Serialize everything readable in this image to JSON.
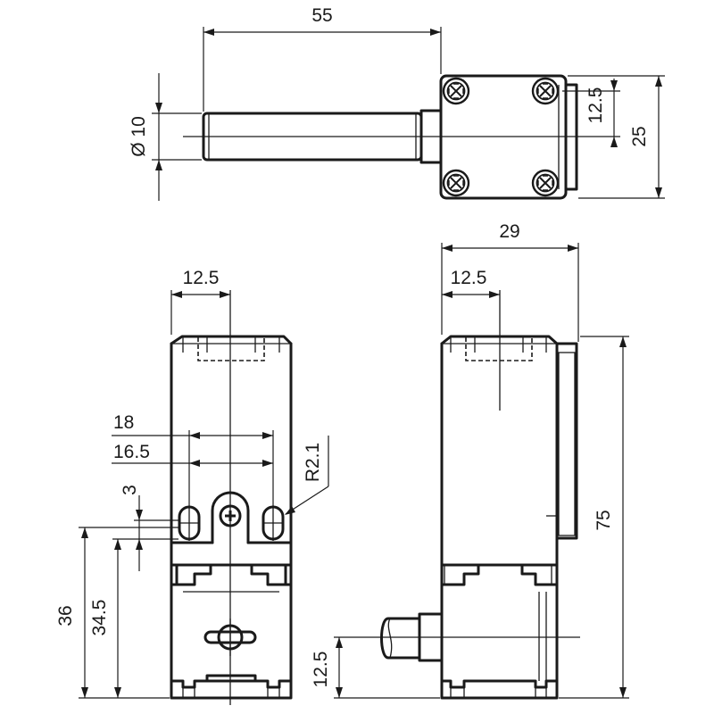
{
  "dimensions": {
    "top_length": "55",
    "top_diameter": "Ø 10",
    "top_screw_spacing": "12.5",
    "top_height": "25",
    "front_top_offset": "12.5",
    "front_hole_outer": "18",
    "front_hole_inner": "16.5",
    "front_radius": "R2.1",
    "front_slot": "3",
    "front_height_36": "36",
    "front_height_345": "34.5",
    "side_width": "29",
    "side_top_offset": "12.5",
    "side_height": "75",
    "side_cable_height": "12.5"
  }
}
